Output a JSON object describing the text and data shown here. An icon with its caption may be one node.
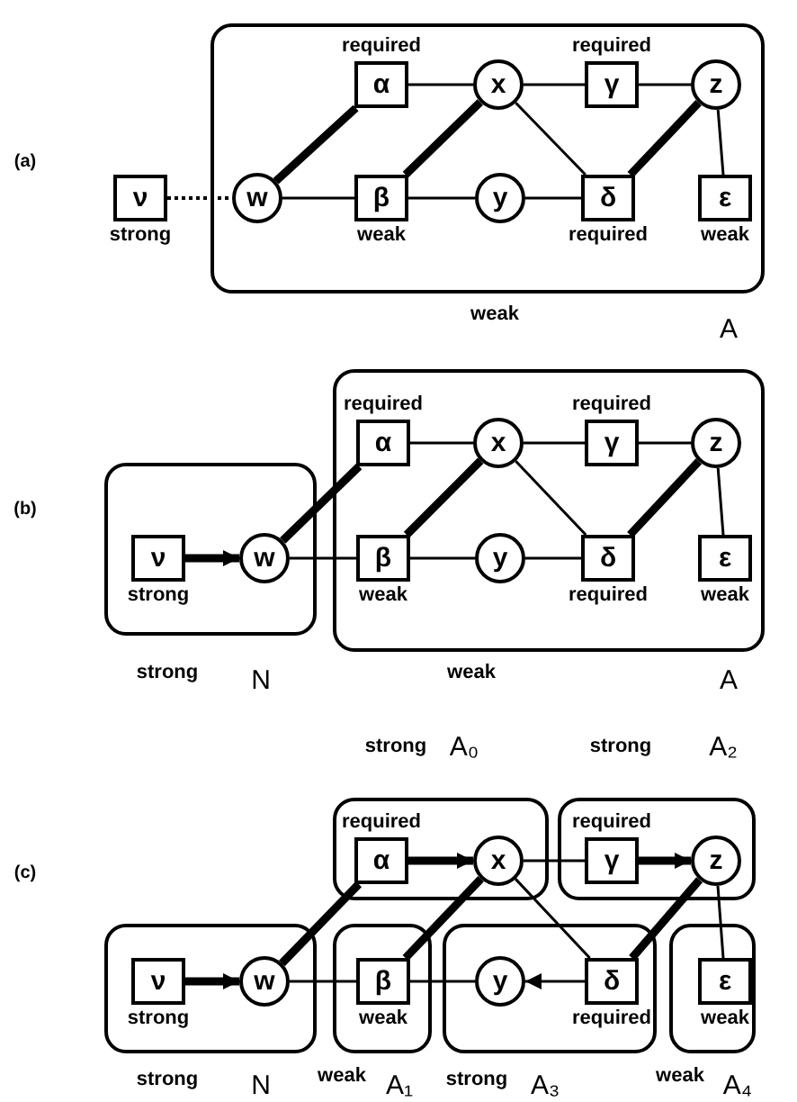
{
  "diagram": {
    "nodes": [
      {
        "text": [
          "ν"
        ],
        "beside": [
          "strong"
        ]
      },
      {
        "text": [
          "weak",
          "A"
        ]
      },
      {
        "text": [
          "α"
        ],
        "beside": [
          "required"
        ],
        "in": 1
      },
      {
        "text": [
          "x"
        ],
        "in": 1
      },
      {
        "text": [
          "γ"
        ],
        "beside": [
          "required"
        ],
        "in": 1
      },
      {
        "text": [
          "z"
        ],
        "in": 1
      },
      {
        "text": [
          "w"
        ],
        "in": 1
      },
      {
        "text": [
          "β"
        ],
        "beside": [
          "weak"
        ],
        "in": 1
      },
      {
        "text": [
          "y"
        ],
        "in": 1
      },
      {
        "text": [
          "δ"
        ],
        "beside": [
          "required"
        ],
        "in": 1
      },
      {
        "text": [
          "ε"
        ],
        "beside": [
          "weak"
        ],
        "in": 1
      },
      {
        "text": [
          "strong",
          "N"
        ]
      },
      {
        "text": [
          "ν"
        ],
        "beside": [
          "strong"
        ],
        "in": 11
      },
      {
        "text": [
          "w"
        ],
        "in": 11
      },
      {
        "text": [
          "weak",
          "A"
        ]
      },
      {
        "text": [
          "α"
        ],
        "beside": [
          "required"
        ],
        "in": 14
      },
      {
        "text": [
          "x"
        ],
        "in": 14
      },
      {
        "text": [
          "γ"
        ],
        "beside": [
          "required"
        ],
        "in": 14
      },
      {
        "text": [
          "z"
        ],
        "in": 14
      },
      {
        "text": [
          "β"
        ],
        "beside": [
          "weak"
        ],
        "in": 14
      },
      {
        "text": [
          "y"
        ],
        "in": 14
      },
      {
        "text": [
          "δ"
        ],
        "beside": [
          "required"
        ],
        "in": 14
      },
      {
        "text": [
          "ε"
        ],
        "beside": [
          "weak"
        ],
        "in": 14
      },
      {
        "text": [
          "strong",
          "A₀"
        ]
      },
      {
        "text": [
          "α"
        ],
        "beside": [
          "required"
        ],
        "in": 23
      },
      {
        "text": [
          "x"
        ],
        "in": 23
      },
      {
        "text": [
          "strong",
          "A₂"
        ]
      },
      {
        "text": [
          "γ"
        ],
        "beside": [
          "required"
        ],
        "in": 26
      },
      {
        "text": [
          "z"
        ],
        "in": 26
      },
      {
        "text": [
          "strong",
          "N"
        ]
      },
      {
        "text": [
          "ν"
        ],
        "beside": [
          "strong"
        ],
        "in": 29
      },
      {
        "text": [
          "w"
        ],
        "in": 29
      },
      {
        "text": [
          "weak",
          "A₁"
        ]
      },
      {
        "text": [
          "β"
        ],
        "beside": [
          "weak"
        ],
        "in": 32
      },
      {
        "text": [
          "strong",
          "A₃"
        ]
      },
      {
        "text": [
          "y"
        ],
        "in": 34
      },
      {
        "text": [
          "δ"
        ],
        "beside": [
          "required"
        ],
        "in": 34
      },
      {
        "text": [
          "weak",
          "A₄"
        ]
      },
      {
        "text": [
          "ε"
        ],
        "beside": [
          "weak"
        ],
        "in": 37
      }
    ],
    "edges": [
      {
        "from": 0,
        "to": 6,
        "arrow": "none",
        "style": "dashed"
      },
      {
        "from": 6,
        "to": 2,
        "arrow": "none",
        "style": "thick"
      },
      {
        "from": 6,
        "to": 7,
        "arrow": "none"
      },
      {
        "from": 2,
        "to": 3,
        "arrow": "none"
      },
      {
        "from": 3,
        "to": 4,
        "arrow": "none"
      },
      {
        "from": 4,
        "to": 5,
        "arrow": "none"
      },
      {
        "from": 7,
        "to": 3,
        "arrow": "none",
        "style": "thick"
      },
      {
        "from": 7,
        "to": 8,
        "arrow": "none"
      },
      {
        "from": 8,
        "to": 9,
        "arrow": "none"
      },
      {
        "from": 3,
        "to": 9,
        "arrow": "none"
      },
      {
        "from": 9,
        "to": 5,
        "arrow": "none",
        "style": "thick"
      },
      {
        "from": 5,
        "to": 10,
        "arrow": "none"
      },
      {
        "from": 12,
        "to": 13,
        "arrow": "to",
        "style": "thick"
      },
      {
        "from": 13,
        "to": 15,
        "arrow": "none",
        "style": "thick"
      },
      {
        "from": 13,
        "to": 19,
        "arrow": "none"
      },
      {
        "from": 15,
        "to": 16,
        "arrow": "none"
      },
      {
        "from": 16,
        "to": 17,
        "arrow": "none"
      },
      {
        "from": 17,
        "to": 18,
        "arrow": "none"
      },
      {
        "from": 19,
        "to": 16,
        "arrow": "none",
        "style": "thick"
      },
      {
        "from": 19,
        "to": 20,
        "arrow": "none"
      },
      {
        "from": 20,
        "to": 21,
        "arrow": "none"
      },
      {
        "from": 16,
        "to": 21,
        "arrow": "none"
      },
      {
        "from": 21,
        "to": 18,
        "arrow": "none",
        "style": "thick"
      },
      {
        "from": 18,
        "to": 22,
        "arrow": "none"
      },
      {
        "from": 30,
        "to": 31,
        "arrow": "to",
        "style": "thick"
      },
      {
        "from": 31,
        "to": 24,
        "arrow": "none",
        "style": "thick"
      },
      {
        "from": 31,
        "to": 33,
        "arrow": "none"
      },
      {
        "from": 24,
        "to": 25,
        "arrow": "to",
        "style": "thick"
      },
      {
        "from": 25,
        "to": 27,
        "arrow": "none"
      },
      {
        "from": 27,
        "to": 28,
        "arrow": "to",
        "style": "thick"
      },
      {
        "from": 33,
        "to": 25,
        "arrow": "none",
        "style": "thick"
      },
      {
        "from": 33,
        "to": 35,
        "arrow": "none"
      },
      {
        "from": 36,
        "to": 35,
        "arrow": "to"
      },
      {
        "from": 25,
        "to": 36,
        "arrow": "none"
      },
      {
        "from": 36,
        "to": 28,
        "arrow": "none",
        "style": "thick"
      },
      {
        "from": 28,
        "to": 38,
        "arrow": "none"
      }
    ],
    "labels": [
      "(a)",
      "(b)",
      "(c)"
    ]
  }
}
